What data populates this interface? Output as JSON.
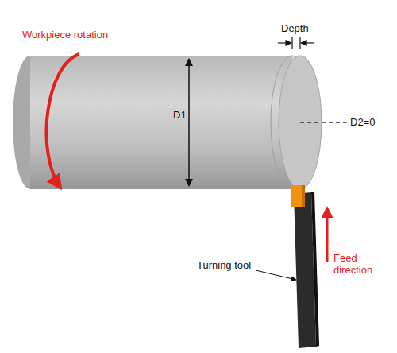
{
  "diagram": {
    "labels": [
      "Workpiece rotation",
      "Depth",
      "D1",
      "D2=0",
      "Turning tool",
      "Feed direction"
    ]
  }
}
